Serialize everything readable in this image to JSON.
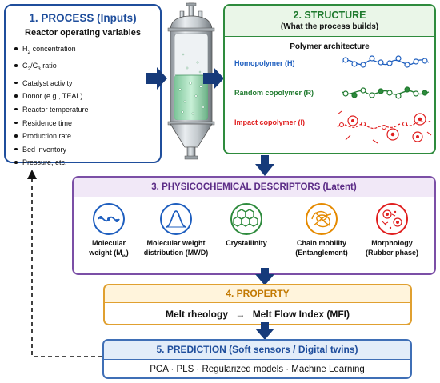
{
  "process": {
    "title": "1. PROCESS (Inputs)",
    "subtitle": "Reactor operating variables",
    "items": [
      "H2 concentration",
      "C2/C3 ratio",
      "Catalyst activity",
      "Donor (e.g., TEAL)",
      "Reactor temperature",
      "Residence time",
      "Production rate",
      "Bed inventory",
      "Pressure, etc."
    ]
  },
  "structure": {
    "title": "2. STRUCTURE",
    "subtitle": "(What the process builds)",
    "section": "Polymer architecture",
    "polymers": [
      {
        "label": "Homopolymer (H)",
        "color": "#1f5fbf"
      },
      {
        "label": "Random copolymer (R)",
        "color": "#1f7a2e"
      },
      {
        "label": "Impact copolymer (I)",
        "color": "#e02020"
      }
    ]
  },
  "descriptors": {
    "title": "3. PHYSICOCHEMICAL DESCRIPTORS (Latent)",
    "items": [
      {
        "line1": "Molecular",
        "line2": "weight (Mw)",
        "icon": "molecular-weight-icon",
        "color": "#1f5fbf"
      },
      {
        "line1": "Molecular weight",
        "line2": "distribution (MWD)",
        "icon": "distribution-curve-icon",
        "color": "#1f5fbf"
      },
      {
        "line1": "Crystallinity",
        "line2": "",
        "icon": "crystal-lattice-icon",
        "color": "#2e8b3d"
      },
      {
        "line1": "Chain mobility",
        "line2": "(Entanglement)",
        "icon": "entangled-chain-icon",
        "color": "#e58a00"
      },
      {
        "line1": "Morphology",
        "line2": "(Rubber phase)",
        "icon": "rubber-phase-icon",
        "color": "#e02020"
      }
    ]
  },
  "property": {
    "title": "4. PROPERTY",
    "left": "Melt rheology",
    "arrow": "→",
    "right": "Melt Flow Index (MFI)"
  },
  "prediction": {
    "title": "5. PREDICTION (Soft sensors / Digital twins)",
    "methods": "PCA · PLS · Regularized models · Machine Learning"
  },
  "colors": {
    "arrow": "#163a7a",
    "process": "#1f4e9c",
    "structure": "#2e8b3d",
    "descriptors": "#7b4fa6",
    "property": "#e0a030",
    "prediction": "#3f6fb6"
  }
}
